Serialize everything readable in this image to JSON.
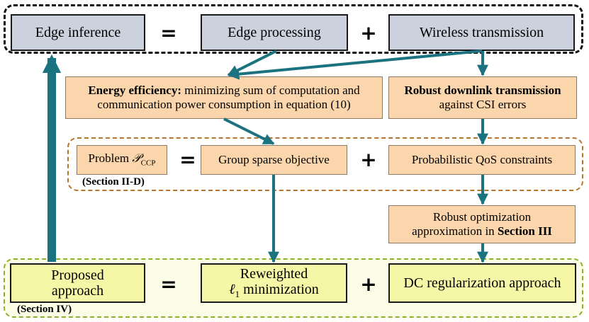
{
  "top_row": {
    "edge_inference": "Edge inference",
    "op_equals": "=",
    "edge_processing": "Edge processing",
    "op_plus": "+",
    "wireless_transmission": "Wireless transmission"
  },
  "energy": {
    "bold": "Energy efficiency:",
    "line1_rest": " minimizing sum of computation and",
    "line2": "communication power consumption in equation (10)"
  },
  "robust_dl": {
    "bold": "Robust downlink transmission",
    "line2": "against CSI errors"
  },
  "middle_row": {
    "problem_prefix": "Problem ",
    "problem_symbol": "𝒫",
    "problem_sub": "CCP",
    "section_label": "(Section II-D)",
    "op_equals": "=",
    "group_sparse": "Group sparse objective",
    "op_plus": "+",
    "prob_qos": "Probabilistic QoS constraints"
  },
  "robust_opt": {
    "line1": "Robust optimization",
    "line2_prefix": "approximation in ",
    "line2_bold": "Section III"
  },
  "bottom_row": {
    "proposed_line1": "Proposed",
    "proposed_line2": "approach",
    "section_label": "(Section IV)",
    "op_equals": "=",
    "reweighted_line1": "Reweighted",
    "reweighted_ell": "ℓ",
    "reweighted_sub": "1",
    "reweighted_rest": " minimization",
    "op_plus": "+",
    "dc_reg": "DC regularization approach"
  },
  "colors": {
    "arrow": "#1b7380",
    "gray_fill": "#cbd2dd",
    "orange_fill": "#fbd5ab",
    "yellow_fill": "#f6f7a6",
    "middle_group_border": "#b8752b",
    "bottom_group_border": "#8bb32a",
    "top_group_border": "#111111"
  }
}
